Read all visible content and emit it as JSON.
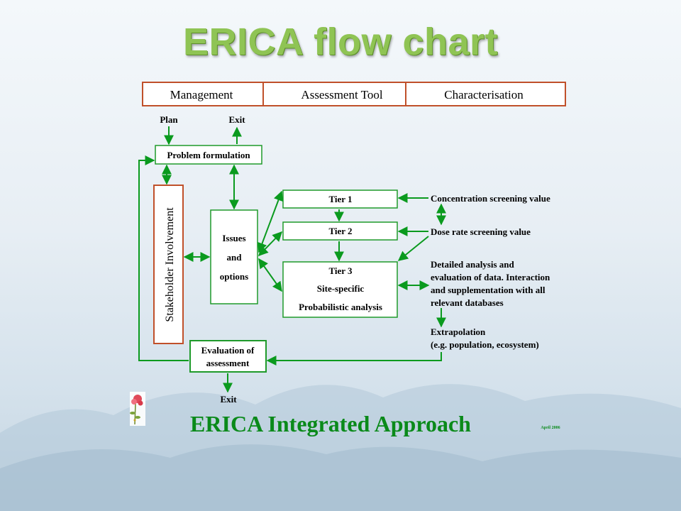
{
  "slide": {
    "title": "ERICA flow chart",
    "subtitle": "ERICA Integrated Approach",
    "date": "April 2006"
  },
  "diagram": {
    "header_cells": [
      "Management",
      "Assessment Tool",
      "Characterisation"
    ],
    "nodes": {
      "plan": "Plan",
      "exit_top": "Exit",
      "problem_formulation": "Problem formulation",
      "stakeholder": "Stakeholder Involvement",
      "issues": [
        "Issues",
        "and",
        "options"
      ],
      "tier1": "Tier 1",
      "tier2": "Tier 2",
      "tier3": [
        "Tier 3",
        "Site-specific",
        "Probabilistic analysis"
      ],
      "concentration": "Concentration screening value",
      "dose_rate": "Dose rate screening value",
      "detailed": [
        "Detailed analysis and",
        "evaluation of data. Interaction",
        "and supplementation with all",
        "relevant databases"
      ],
      "extrapolation": [
        "Extrapolation",
        "(e.g. population, ecosystem)"
      ],
      "evaluation": [
        "Evaluation of",
        "assessment"
      ],
      "exit_bottom": "Exit"
    },
    "colors": {
      "arrow": "#0a9a1e",
      "box_green": "#1f9a2a",
      "box_red": "#c0502a",
      "title": "#8fc454",
      "subtitle": "#0a8a1a"
    }
  }
}
